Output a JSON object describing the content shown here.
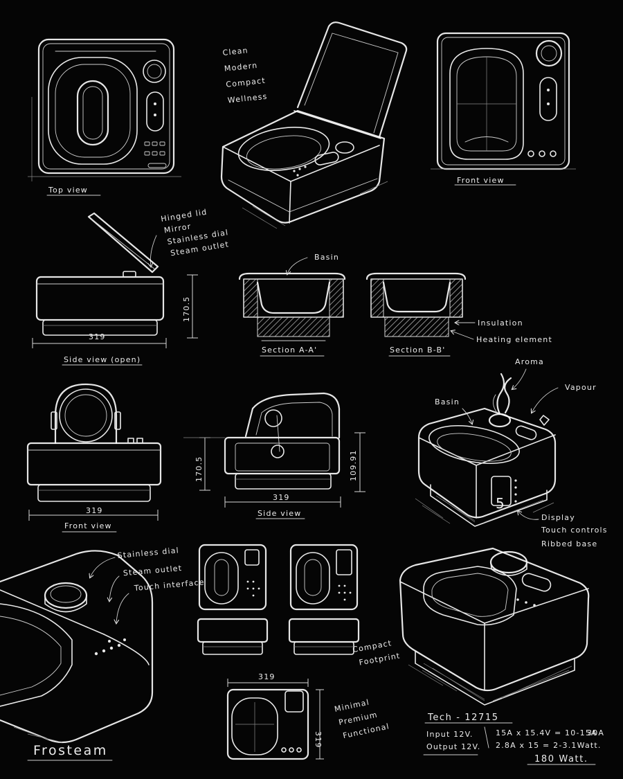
{
  "labels": {
    "top_view": "Top view",
    "front_view_top": "Front view",
    "front_view_mid": "Front view",
    "side_view_open": "Side view (open)",
    "side_view": "Side view",
    "section_a": "Section A-A'",
    "section_b": "Section B-B'",
    "brand": "Frosteam"
  },
  "concept_words": [
    "Clean",
    "Modern",
    "Compact",
    "Wellness"
  ],
  "lid_notes": [
    "Hinged lid",
    "Mirror",
    "Stainless dial",
    "Steam outlet"
  ],
  "section_notes": {
    "basin": "Basin",
    "insulation": "Insulation",
    "heating": "Heating element"
  },
  "persp_notes": {
    "aroma": "Aroma",
    "vapour": "Vapour",
    "basin": "Basin",
    "display": "Display",
    "touch": "Touch controls",
    "ribbed": "Ribbed base",
    "display_digit": "5"
  },
  "closeup_notes": [
    "Stainless dial",
    "Steam outlet",
    "Touch interface"
  ],
  "footprint_notes": [
    "Compact",
    "Footprint"
  ],
  "values_notes": [
    "Minimal",
    "Premium",
    "Functional"
  ],
  "dimensions": {
    "side_open_width": "319",
    "side_open_height": "170.5",
    "front_width": "319",
    "side_width": "319",
    "side_height": "170.5",
    "side_inner_height": "109.91",
    "bottom_width": "319",
    "bottom_height": "319"
  },
  "tech": {
    "title": "Tech - 12715",
    "input": "Input 12V.",
    "output": "Output 12V.",
    "line1": "15A x 15.4V = 10-15A",
    "line1b": "30A",
    "line2": "2.8A x 15 = 2-3.1Watt.",
    "watt": "180 Watt."
  }
}
